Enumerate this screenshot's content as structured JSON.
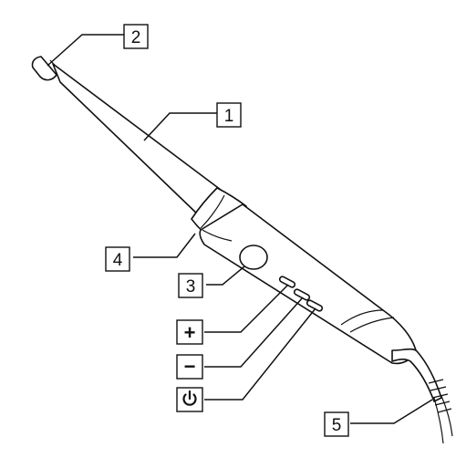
{
  "callouts": [
    {
      "id": "1",
      "text": "1",
      "kind": "number"
    },
    {
      "id": "2",
      "text": "2",
      "kind": "number"
    },
    {
      "id": "3",
      "text": "3",
      "kind": "number"
    },
    {
      "id": "4",
      "text": "4",
      "kind": "number"
    },
    {
      "id": "5",
      "text": "5",
      "kind": "number"
    },
    {
      "id": "plus",
      "text": "+",
      "kind": "symbol"
    },
    {
      "id": "minus",
      "text": "−",
      "kind": "symbol"
    },
    {
      "id": "power",
      "icon": "power-icon",
      "kind": "icon"
    }
  ],
  "colors": {
    "line": "#111111",
    "background": "#ffffff"
  }
}
